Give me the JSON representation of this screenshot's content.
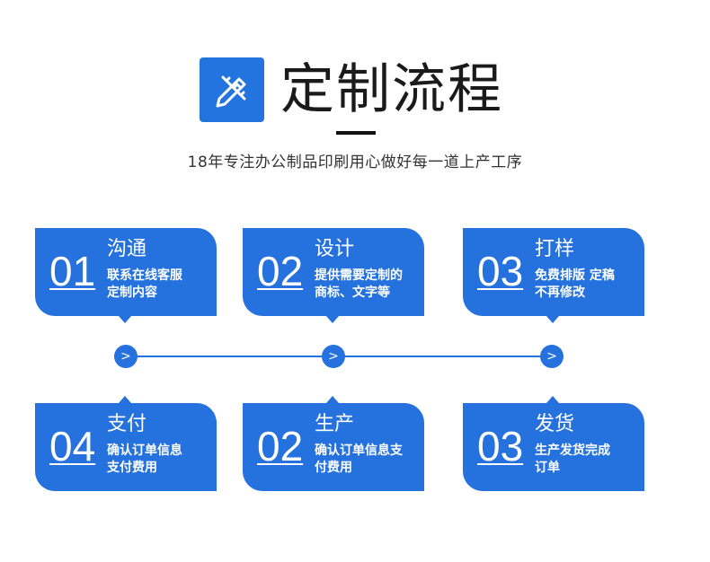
{
  "header": {
    "title": "定制流程",
    "subtitle": "18年专注办公制品印刷用心做好每一道上产工序",
    "icon": "pencil-ruler-icon",
    "accent_color": "#2572de"
  },
  "steps_top": [
    {
      "num": "01",
      "title": "沟通",
      "desc": "联系在线客服\n定制内容"
    },
    {
      "num": "02",
      "title": "设计",
      "desc": "提供需要定制的\n商标、文字等"
    },
    {
      "num": "03",
      "title": "打样",
      "desc": "免费排版 定稿\n不再修改"
    }
  ],
  "steps_bottom": [
    {
      "num": "04",
      "title": "支付",
      "desc": "确认订单信息\n支付费用"
    },
    {
      "num": "02",
      "title": "生产",
      "desc": "确认订单信息支\n付费用"
    },
    {
      "num": "03",
      "title": "发货",
      "desc": "生产发货完成\n订单"
    }
  ],
  "timeline": {
    "nodes": [
      ">",
      ">",
      ">"
    ]
  }
}
